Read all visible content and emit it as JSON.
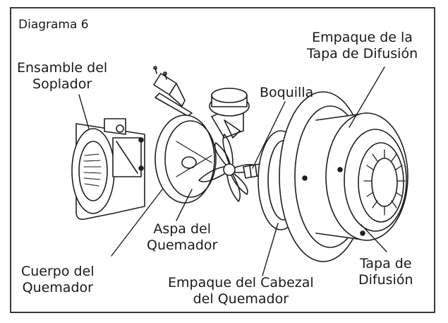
{
  "diagram": {
    "title": "Diagrama 6",
    "labels": {
      "blower_assembly": [
        "Ensamble del",
        "Soplador"
      ],
      "diffusion_cap_gasket": [
        "Empaque de la",
        "Tapa de Difusión"
      ],
      "nozzle": [
        "Boquilla"
      ],
      "burner_blade": [
        "Aspa del",
        "Quemador"
      ],
      "burner_body": [
        "Cuerpo del",
        "Quemador"
      ],
      "burner_head_gasket": [
        "Empaque del Cabezal",
        "del Quemador"
      ],
      "diffusion_cap": [
        "Tapa de",
        "Difusión"
      ]
    }
  }
}
